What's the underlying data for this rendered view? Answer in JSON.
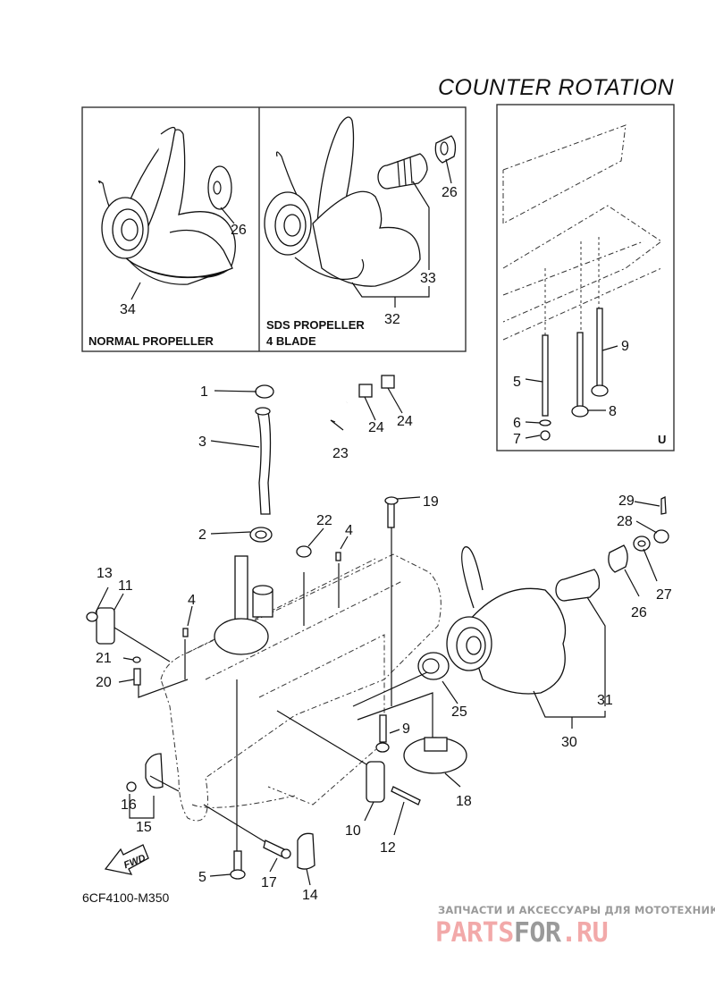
{
  "title": "COUNTER  ROTATION",
  "diagram_code": "6CF4100-M350",
  "fwd_arrow_label": "FWD",
  "insets": {
    "normal_propeller": {
      "label": "NORMAL PROPELLER",
      "callouts": [
        "34",
        "26"
      ]
    },
    "sds_propeller": {
      "label_line1": "SDS PROPELLER",
      "label_line2": "4 BLADE",
      "callouts": [
        "26",
        "33",
        "32"
      ]
    },
    "lower_unit_u": {
      "variant_letter": "U",
      "callouts": [
        "5",
        "6",
        "7",
        "8",
        "9"
      ]
    }
  },
  "callouts": {
    "c1": "1",
    "c2": "2",
    "c3": "3",
    "c4a": "4",
    "c4b": "4",
    "c5": "5",
    "c9": "9",
    "c10": "10",
    "c11": "11",
    "c12": "12",
    "c13": "13",
    "c14": "14",
    "c15": "15",
    "c16": "16",
    "c17": "17",
    "c18": "18",
    "c19": "19",
    "c20": "20",
    "c21": "21",
    "c22": "22",
    "c23": "23",
    "c24a": "24",
    "c24b": "24",
    "c25": "25",
    "c26": "26",
    "c27": "27",
    "c28": "28",
    "c29": "29",
    "c30": "30",
    "c31": "31"
  },
  "inset_callouts": {
    "n26": "26",
    "n34": "34",
    "s26": "26",
    "s33": "33",
    "s32": "32",
    "u5": "5",
    "u6": "6",
    "u7": "7",
    "u8": "8",
    "u9": "9"
  },
  "watermark": {
    "subtitle": "ЗАПЧАСТИ И АКСЕССУАРЫ ДЛЯ МОТОТЕХНИКИ",
    "brand_part1": "PARTS",
    "brand_part2": "FOR",
    "brand_part3": ".RU",
    "color_primary": "#f2a9a9",
    "color_secondary": "#9a9a9a"
  }
}
